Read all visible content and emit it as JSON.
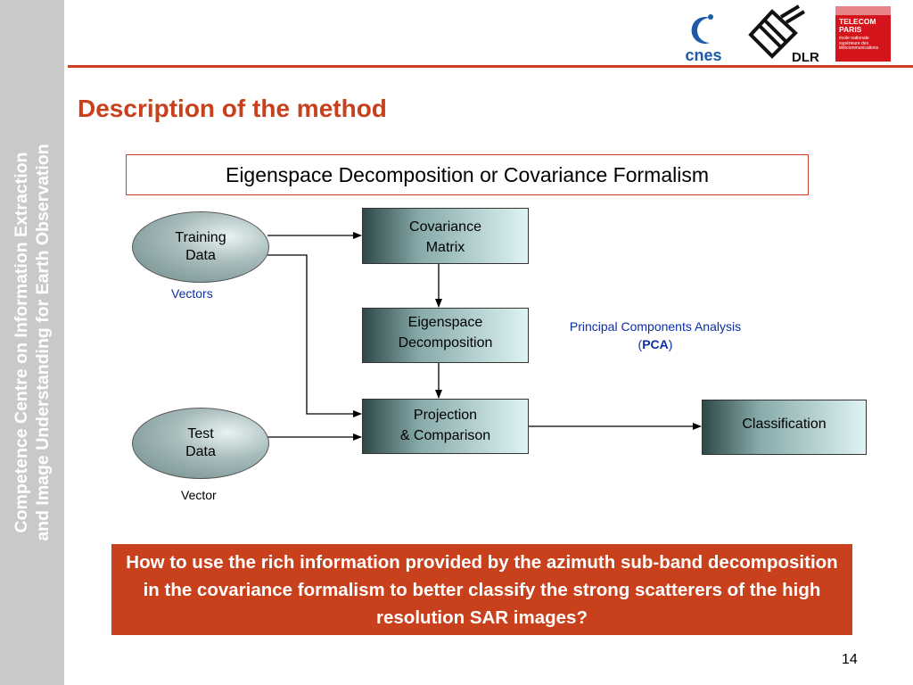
{
  "sidebar": {
    "line1": "Competence Centre on Information Extraction",
    "line2": "and Image Understanding for Earth Observation"
  },
  "logos": {
    "cnes": "cnes",
    "dlr": "DLR",
    "telecom_title": "TELECOM PARIS",
    "telecom_sub": "école nationale supérieure des télécommunications"
  },
  "colors": {
    "accent": "#c8401c",
    "label_blue": "#0b2fa8",
    "sidebar": "#c9c9c9"
  },
  "title": "Description of the method",
  "formalism": "Eigenspace Decomposition or Covariance Formalism",
  "diagram": {
    "training_data": [
      "Training",
      "Data"
    ],
    "training_label": "Vectors",
    "test_data": [
      "Test",
      "Data"
    ],
    "test_label": "Vector",
    "covariance": [
      "Covariance",
      "Matrix"
    ],
    "eigenspace": [
      "Eigenspace",
      "Decomposition"
    ],
    "projection": [
      "Projection",
      "& Comparison"
    ],
    "classification": "Classification",
    "pca_line1": "Principal Components Analysis",
    "pca_open": "(",
    "pca_abbr": "PCA",
    "pca_close": ")"
  },
  "question": "How to use the rich information provided by the azimuth sub-band decomposition in the covariance formalism to better classify the strong scatterers of the high resolution SAR images?",
  "page_number": "14"
}
